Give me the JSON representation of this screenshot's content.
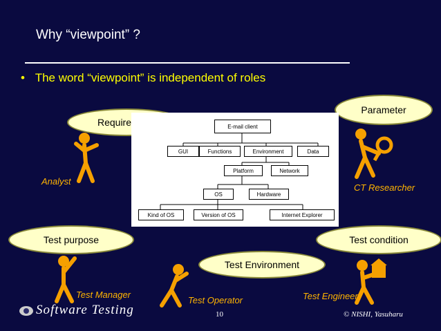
{
  "slide": {
    "title": "Why “viewpoint” ?",
    "bullet": "The word “viewpoint” is independent of roles",
    "bullet_marker": "•",
    "page_number": "10",
    "copyright": "© NISHI, Yasuharu",
    "logo_text": "Software Testing"
  },
  "bubbles": {
    "requirement": "Requirement!",
    "parameter": "Parameter",
    "test_purpose": "Test purpose",
    "test_condition": "Test condition",
    "test_environment": "Test Environment"
  },
  "roles": {
    "analyst": "Analyst",
    "ct_researcher": "CT Researcher",
    "test_manager": "Test Manager",
    "test_operator": "Test Operator",
    "test_engineer": "Test Engineer"
  },
  "diagram": {
    "root": "E-mail client",
    "level1": [
      "GUI",
      "Functions",
      "Environment",
      "Data"
    ],
    "level2": [
      "Platform",
      "Network"
    ],
    "level3": [
      "OS",
      "Hardware"
    ],
    "level4": [
      "Kind of OS",
      "Version of OS",
      "Internet Explorer"
    ]
  },
  "colors": {
    "background": "#0a0a40",
    "title": "#ffffff",
    "bullet": "#ffff00",
    "role_label": "#ffb400",
    "bubble_fill": "#ffffc8",
    "figure": "#f5a000"
  }
}
